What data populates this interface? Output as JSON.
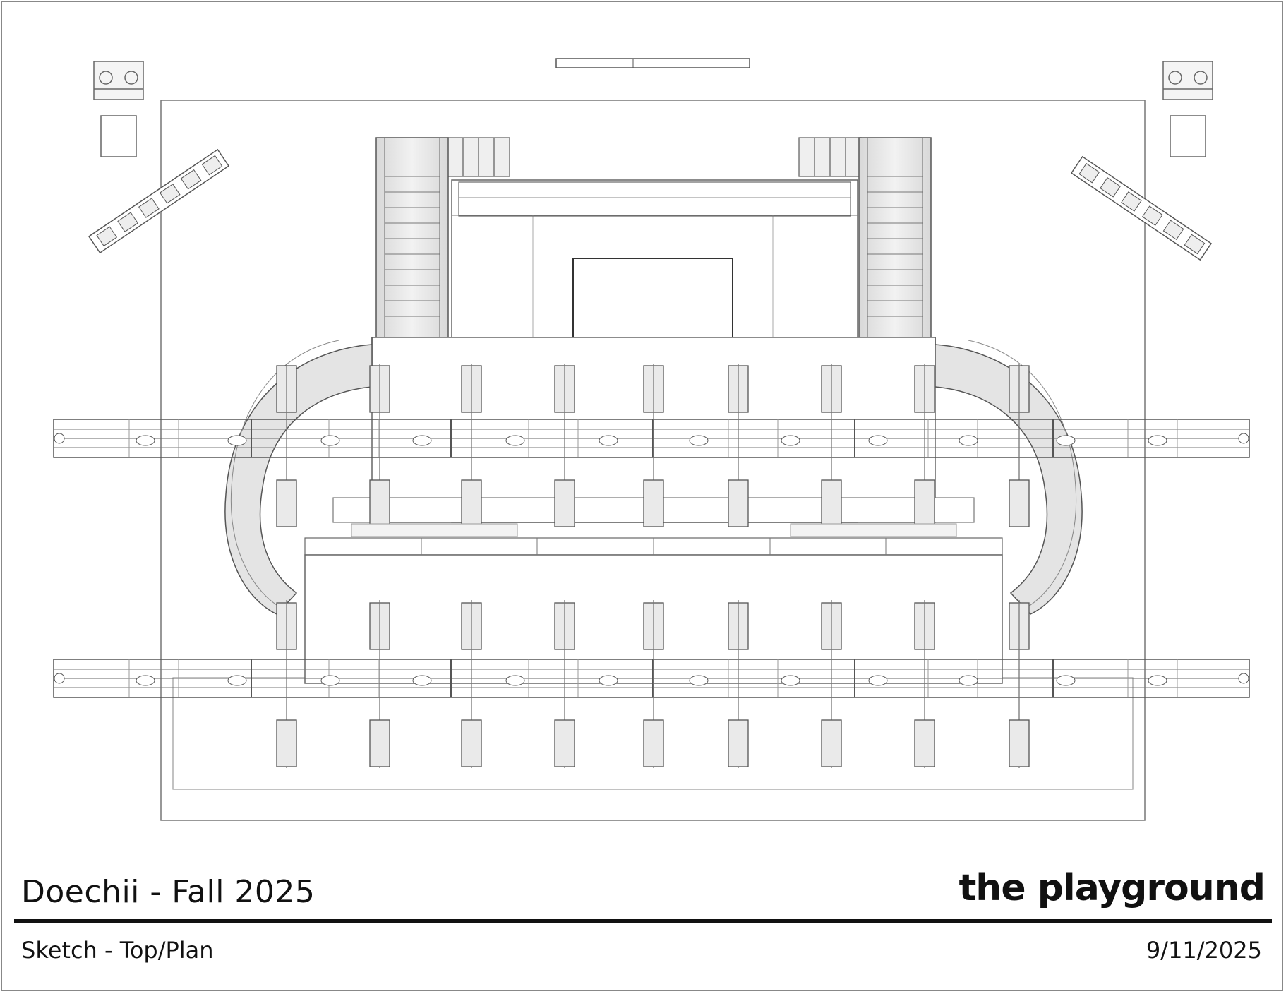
{
  "title_block": {
    "project": "Doechii - Fall 2025",
    "brand": "the playground",
    "sheet": "Sketch - Top/Plan",
    "date": "9/11/2025"
  },
  "colors": {
    "line": "#555555",
    "light_line": "#999999",
    "fill": "#ffffff",
    "shade": "#e6e6e6",
    "ink": "#111111"
  }
}
